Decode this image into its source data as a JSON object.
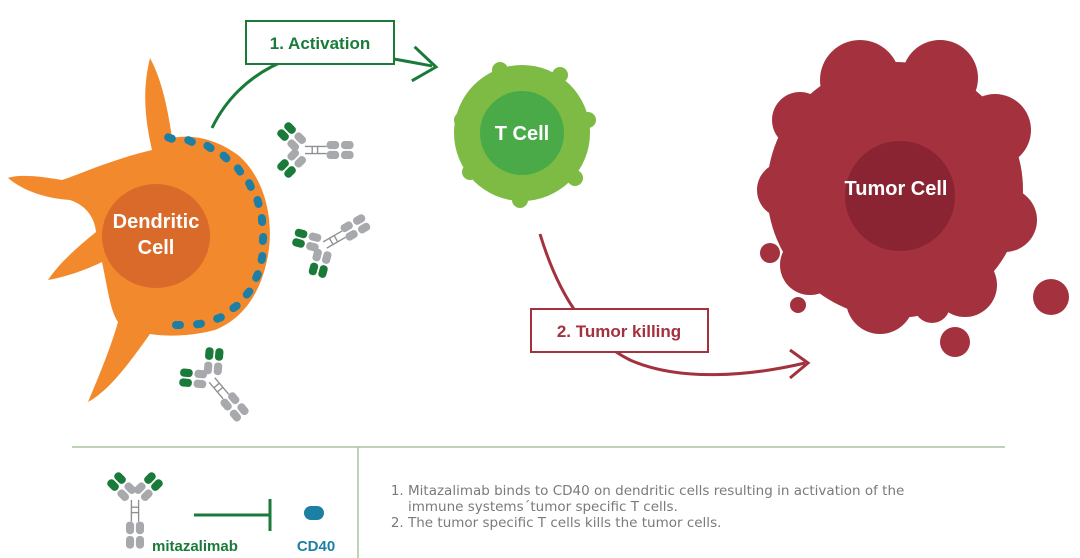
{
  "labels": {
    "dendritic_line1": "Dendritic",
    "dendritic_line2": "Cell",
    "tcell": "T Cell",
    "tumor": "Tumor Cell",
    "step1": "1. Activation",
    "step2": "2. Tumor killing"
  },
  "legend": {
    "mitazalimab": "mitazalimab",
    "cd40": "CD40"
  },
  "notes": [
    "Mitazalimab binds to CD40 on dendritic cells resulting in activation of the immune systems´tumor specific T cells.",
    "The tumor specific T cells kills the tumor cells."
  ],
  "colors": {
    "dendritic": "#f28a2d",
    "dendritic_nucleus": "#d96a2a",
    "tcell": "#7dbb44",
    "tcell_nucleus": "#4aaa48",
    "tumor": "#a3313e",
    "tumor_nucleus": "#8a2432",
    "antibody_green": "#1a7a3a",
    "antibody_grey": "#a7a9ac",
    "cd40": "#1d7fa3",
    "activation": "#1a7a3a",
    "killing": "#a3313e",
    "divider": "#a9c4a0"
  }
}
